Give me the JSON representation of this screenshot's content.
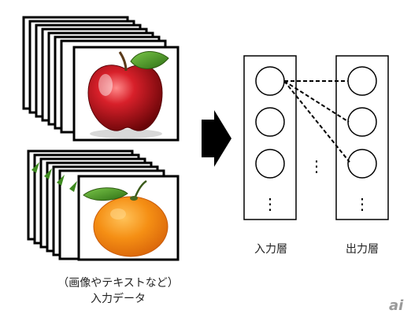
{
  "caption": {
    "line1": "（画像やテキストなど）",
    "line2": "入力データ"
  },
  "layers": {
    "input_label": "入力層",
    "output_label": "出力層"
  },
  "ellipsis": "⋮",
  "watermark": "ai",
  "stacks": {
    "apple_cards": 8,
    "orange_cards": 7
  },
  "colors": {
    "stroke": "#000000",
    "apple_red": "#c8141e",
    "leaf_green": "#3e8a1f",
    "orange": "#f08a12"
  }
}
